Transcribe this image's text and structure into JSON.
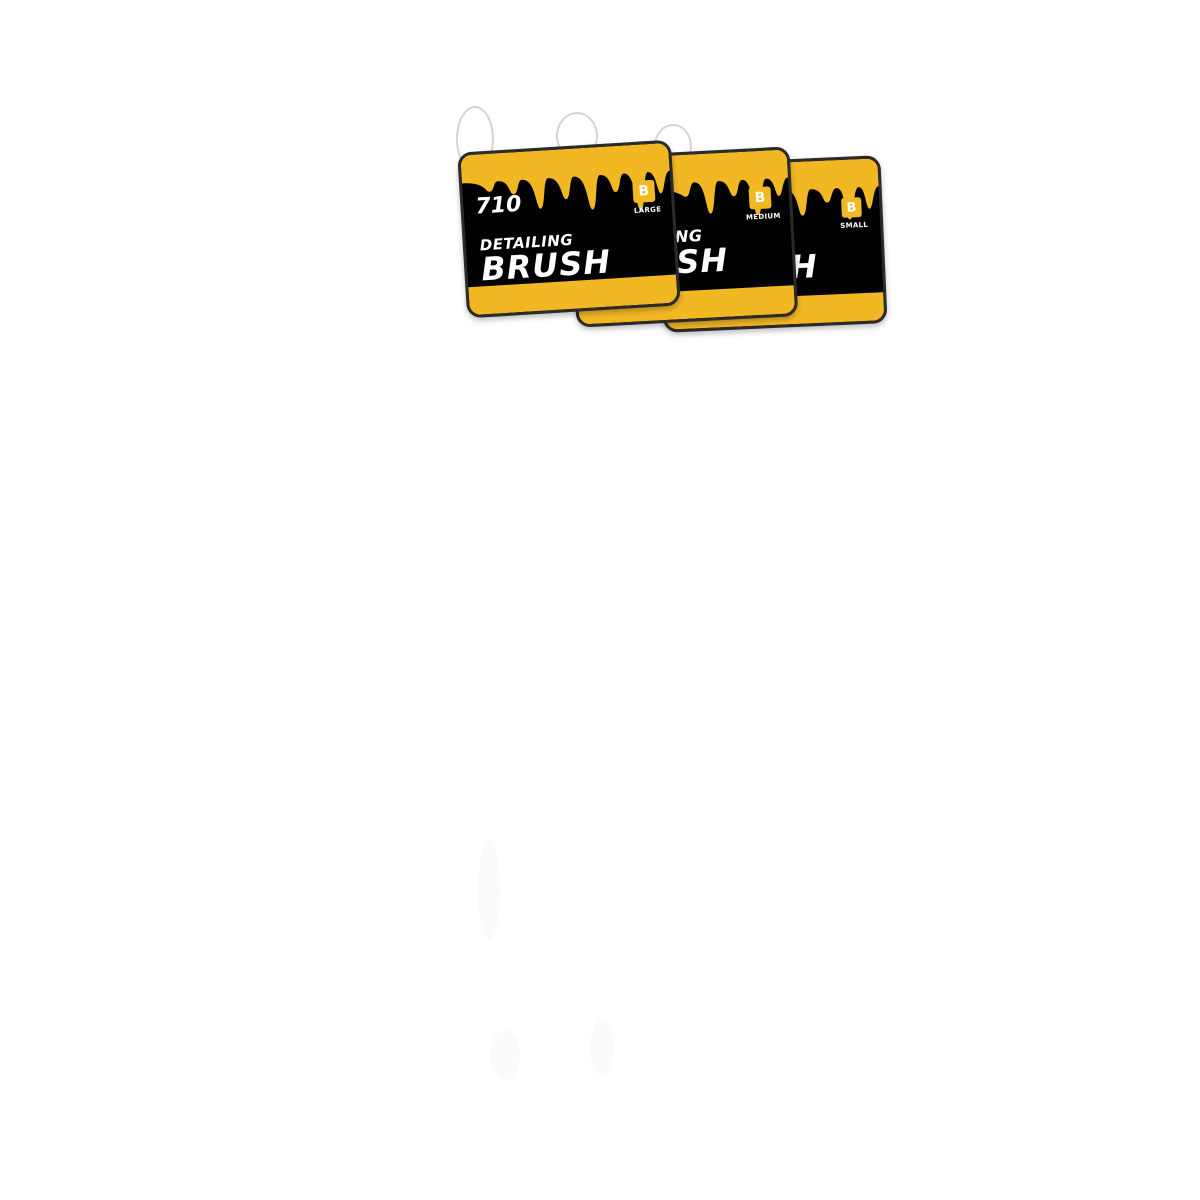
{
  "product": {
    "brand": "710",
    "title_line1": "DETAILING",
    "title_line2": "BRUSH",
    "accent_color": "#f2b824",
    "base_color": "#000000"
  },
  "tags": [
    {
      "badge": "B",
      "size": "LARGE"
    },
    {
      "badge": "B",
      "size": "MEDIUM"
    },
    {
      "badge": "B",
      "size": "SMALL"
    }
  ],
  "partial_titles": {
    "medium": "NG",
    "medium_line2": "SH",
    "small_line2": "H"
  }
}
